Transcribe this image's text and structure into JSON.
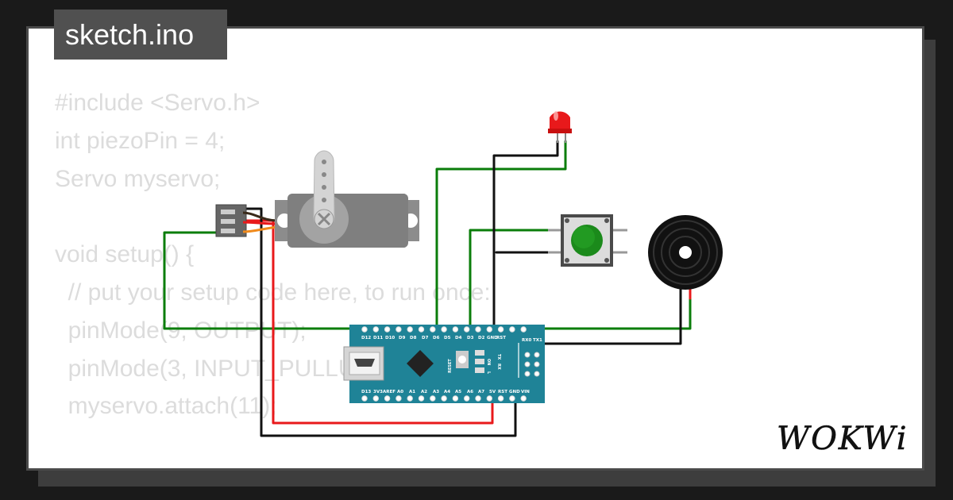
{
  "header": {
    "filename": "sketch.ino"
  },
  "code_lines": [
    "#include <Servo.h>",
    "int piezoPin = 4;",
    "Servo myservo;",
    "",
    "void setup() {",
    "  // put your setup code here, to run once:",
    "  pinMode(9, OUTPUT);",
    "  pinMode(3, INPUT_PULLUP);",
    "  myservo.attach(11);",
    "",
    "}"
  ],
  "board": {
    "top_pins": [
      "D12",
      "D11",
      "D10",
      "D9",
      "D8",
      "D7",
      "D6",
      "D5",
      "D4",
      "D3",
      "D2",
      "GND",
      "RST"
    ],
    "side_labels": [
      "RX0",
      "TX1"
    ],
    "vert_labels": [
      "TX",
      "RX"
    ],
    "reset_label": "RESET",
    "led_labels": [
      "ON",
      "L"
    ],
    "bottom_pins": [
      "D13",
      "3V3",
      "AREF",
      "A0",
      "A1",
      "A2",
      "A3",
      "A4",
      "A5",
      "A6",
      "A7",
      "5V",
      "RST",
      "GND",
      "VIN"
    ]
  },
  "brand": {
    "logo": "WOKWi"
  },
  "colors": {
    "wire_green": "#0a7d0a",
    "wire_red": "#e8191b",
    "wire_black": "#111111",
    "board_teal": "#1f8397",
    "led_red": "#e8191b",
    "button_green": "#1b8a1b"
  }
}
